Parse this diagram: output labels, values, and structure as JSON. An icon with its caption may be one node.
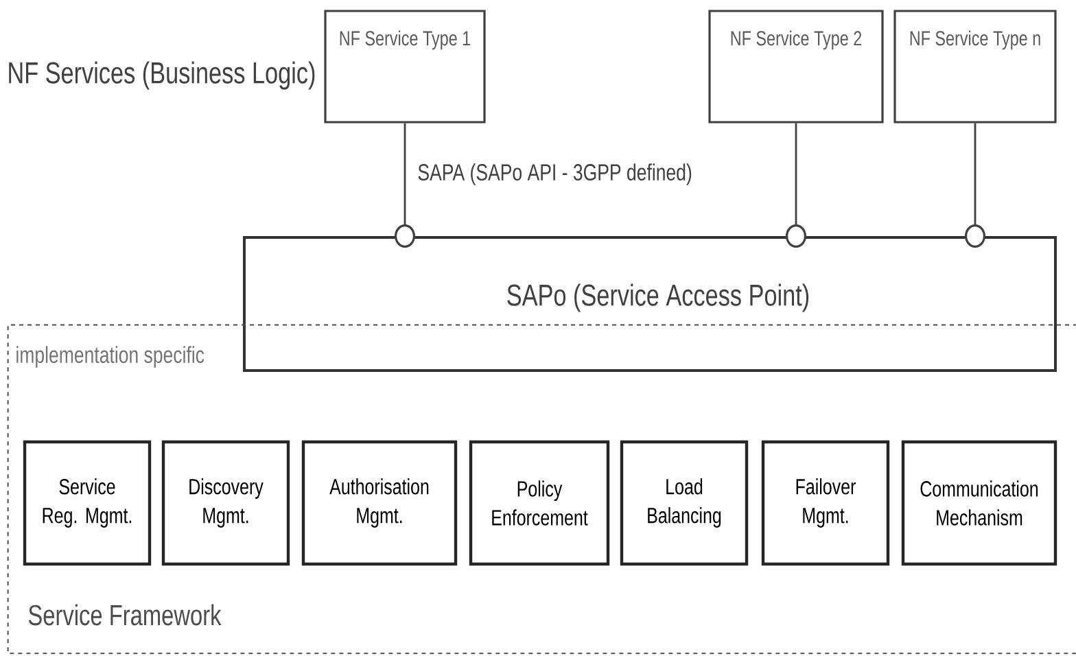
{
  "diagram": {
    "nodes": [
      {
        "text": [
          "NF Service Type 1"
        ]
      },
      {
        "text": [
          "NF Service Type 2"
        ]
      },
      {
        "text": [
          "NF Service Type n"
        ]
      },
      {
        "text": [
          "SAPo (Service Access Point)"
        ]
      },
      {
        "text": [
          "implementation specific",
          "Service Framework"
        ]
      },
      {
        "text": [
          "Service Reg. Mgmt."
        ],
        "in": 4
      },
      {
        "text": [
          "Discovery Mgmt."
        ],
        "in": 4
      },
      {
        "text": [
          "Authorisation Mgmt."
        ],
        "in": 4
      },
      {
        "text": [
          "Policy Enforcement"
        ],
        "in": 4
      },
      {
        "text": [
          "Load Balancing"
        ],
        "in": 4
      },
      {
        "text": [
          "Failover Mgmt."
        ],
        "in": 4
      },
      {
        "text": [
          "Communication Mechanism"
        ],
        "in": 4
      }
    ],
    "edges": [
      {
        "from": 0,
        "to": 3,
        "arrow": "other"
      },
      {
        "from": 1,
        "to": 3,
        "arrow": "other"
      },
      {
        "from": 2,
        "to": 3,
        "arrow": "other"
      }
    ],
    "labels": [
      "NF Services (Business Logic)",
      "SAPA (SAPo API - 3GPP defined)"
    ]
  }
}
